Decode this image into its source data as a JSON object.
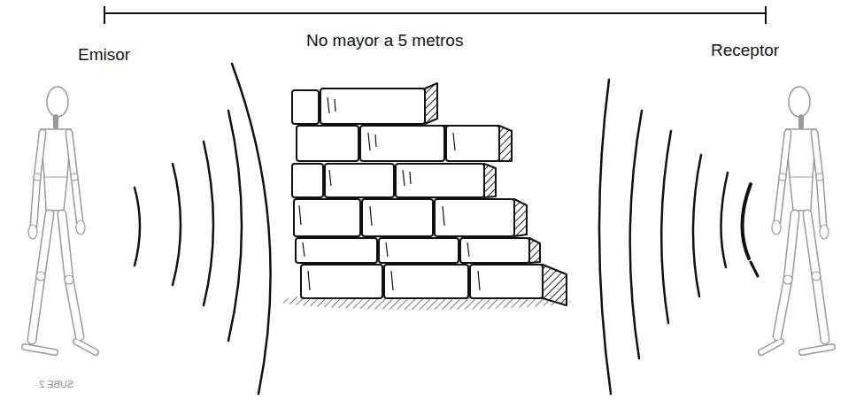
{
  "diagram": {
    "labels": [
      "Emisor",
      "No mayor a 5 metros",
      "Receptor",
      "SUBE 2"
    ]
  }
}
